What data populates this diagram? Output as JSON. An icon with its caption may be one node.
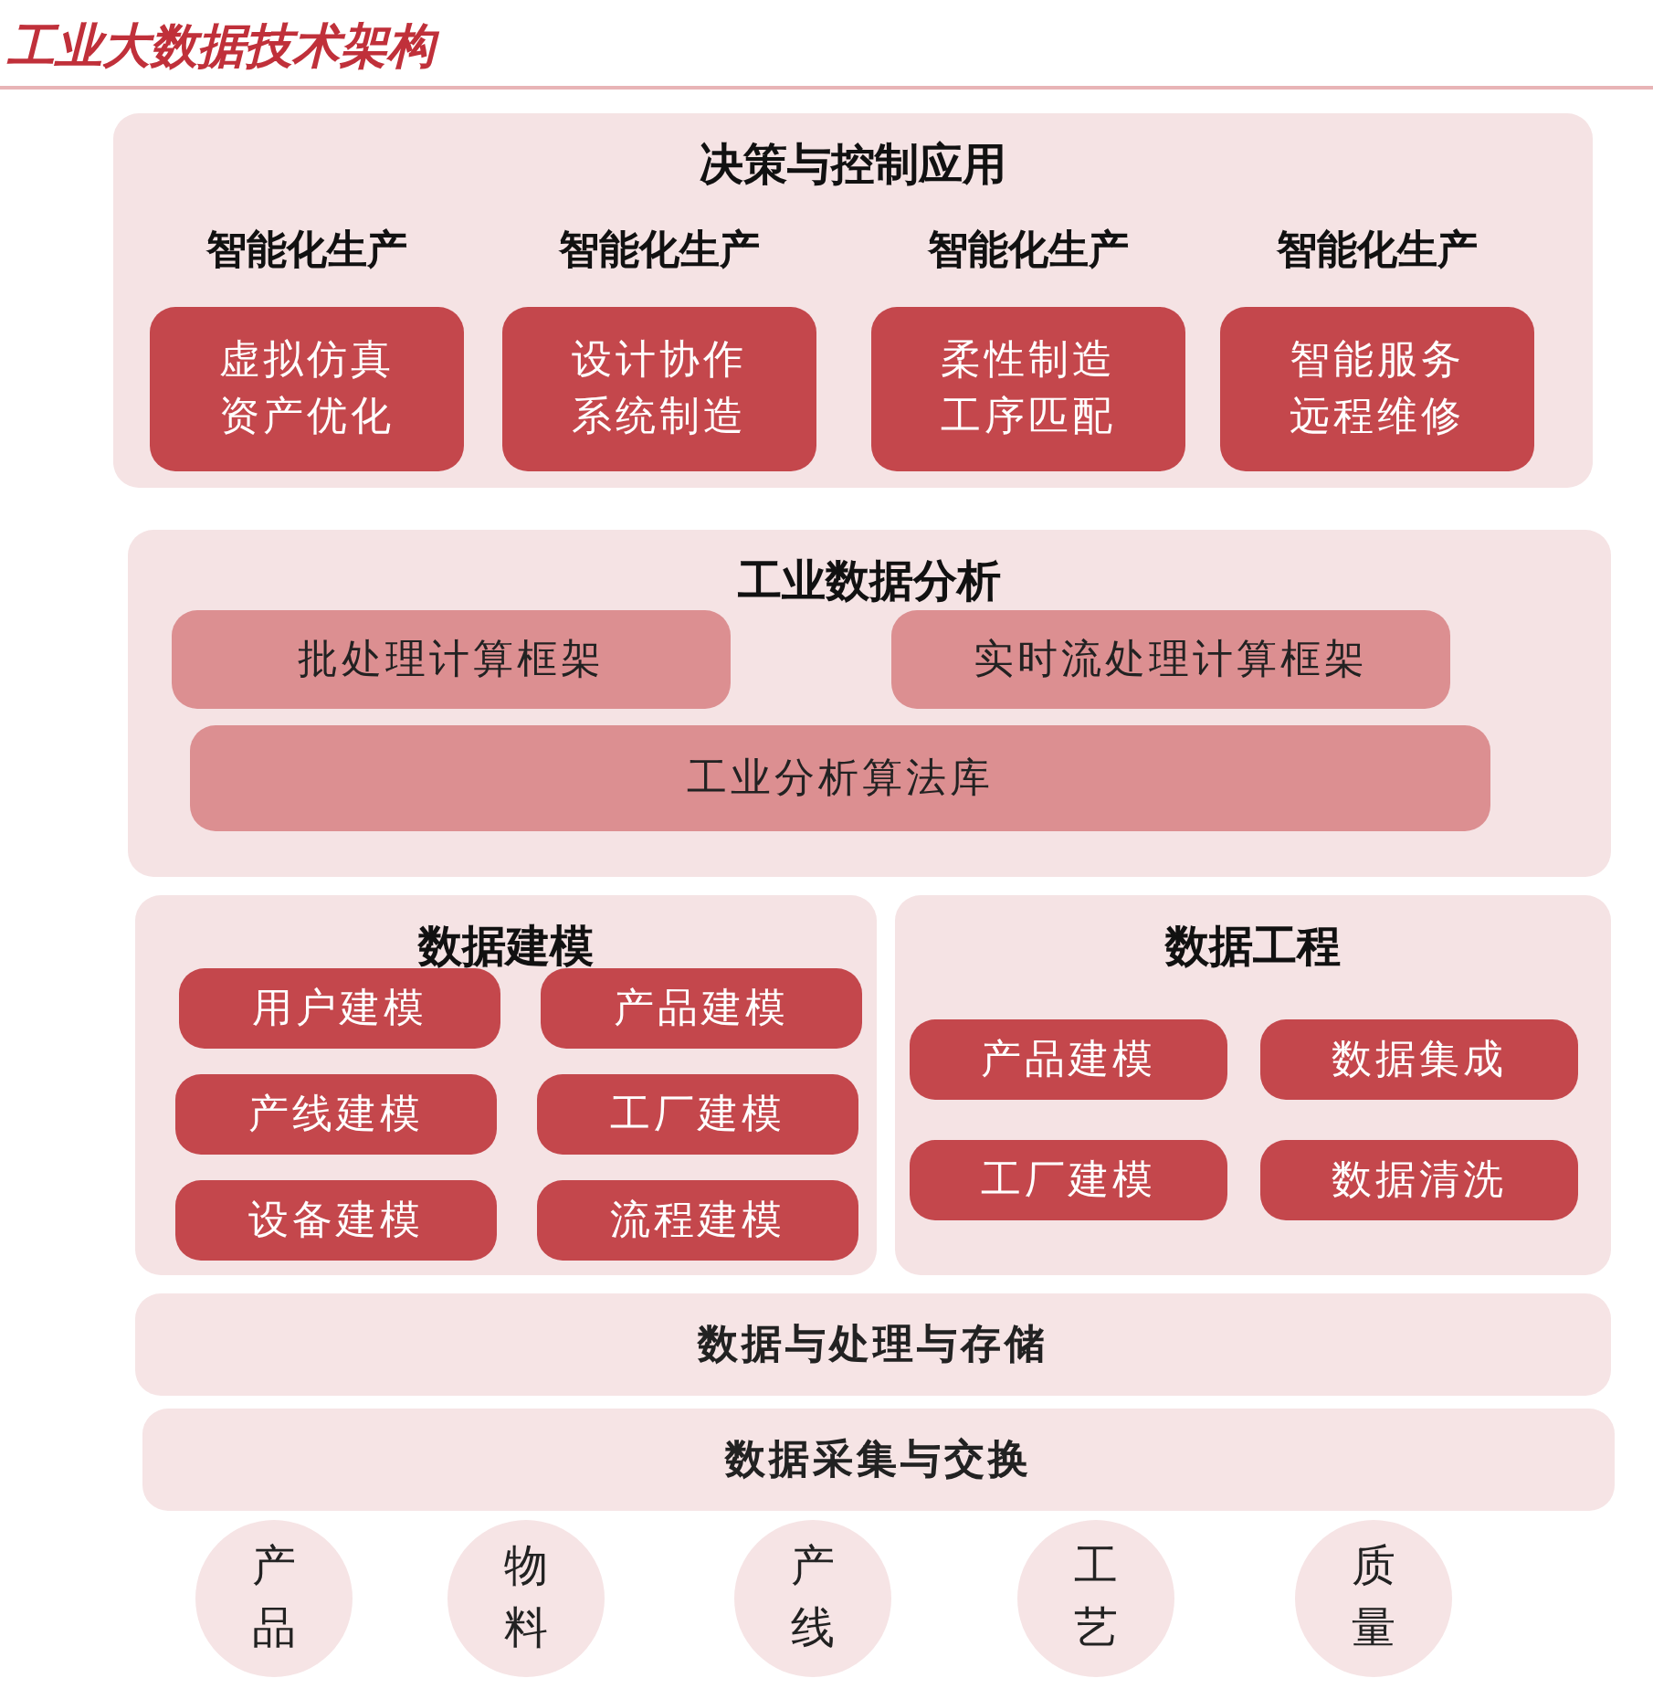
{
  "diagram": {
    "title": "工业大数据技术架构",
    "nodes": [
      {
        "text": [
          "决策与控制应用"
        ]
      },
      {
        "text": [
          "智能化生产",
          "虚拟仿真资产优化"
        ],
        "in": 0
      },
      {
        "text": [
          "智能化生产",
          "设计协作系统制造"
        ],
        "in": 0
      },
      {
        "text": [
          "智能化生产",
          "柔性制造工序匹配"
        ],
        "in": 0
      },
      {
        "text": [
          "智能化生产",
          "智能服务远程维修"
        ],
        "in": 0
      },
      {
        "text": [
          "工业数据分析"
        ]
      },
      {
        "text": [
          "批处理计算框架"
        ],
        "in": 5
      },
      {
        "text": [
          "实时流处理计算框架"
        ],
        "in": 5
      },
      {
        "text": [
          "工业分析算法库"
        ],
        "in": 5
      },
      {
        "text": [
          "数据建模"
        ]
      },
      {
        "text": [
          "用户建模"
        ],
        "in": 9
      },
      {
        "text": [
          "产品建模"
        ],
        "in": 9
      },
      {
        "text": [
          "产线建模"
        ],
        "in": 9
      },
      {
        "text": [
          "工厂建模"
        ],
        "in": 9
      },
      {
        "text": [
          "设备建模"
        ],
        "in": 9
      },
      {
        "text": [
          "流程建模"
        ],
        "in": 9
      },
      {
        "text": [
          "数据工程"
        ]
      },
      {
        "text": [
          "产品建模"
        ],
        "in": 16
      },
      {
        "text": [
          "数据集成"
        ],
        "in": 16
      },
      {
        "text": [
          "工厂建模"
        ],
        "in": 16
      },
      {
        "text": [
          "数据清洗"
        ],
        "in": 16
      },
      {
        "text": [
          "数据与处理与存储"
        ]
      },
      {
        "text": [
          "数据采集与交换"
        ]
      },
      {
        "text": [
          "产品"
        ]
      },
      {
        "text": [
          "物料"
        ]
      },
      {
        "text": [
          "产线"
        ]
      },
      {
        "text": [
          "工艺"
        ]
      },
      {
        "text": [
          "质量"
        ]
      }
    ]
  }
}
